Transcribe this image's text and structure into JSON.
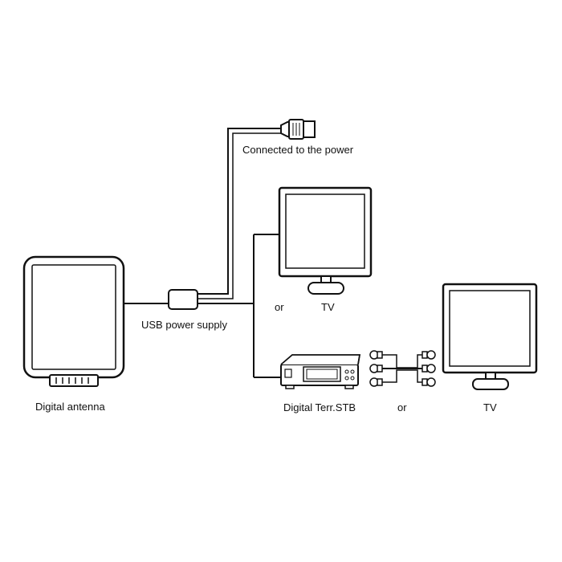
{
  "labels": {
    "power": "Connected to the power",
    "usb_supply": "USB power supply",
    "antenna": "Digital antenna",
    "or_top": "or",
    "tv_top": "TV",
    "stb": "Digital Terr.STB",
    "or_bottom": "or",
    "tv_bottom": "TV"
  },
  "colors": {
    "stroke": "#111111",
    "background": "#ffffff"
  },
  "icons": [
    "usb-plug-icon",
    "digital-antenna-icon",
    "usb-power-supply-icon",
    "tv-monitor-icon",
    "set-top-box-icon",
    "rca-connector-icon"
  ]
}
